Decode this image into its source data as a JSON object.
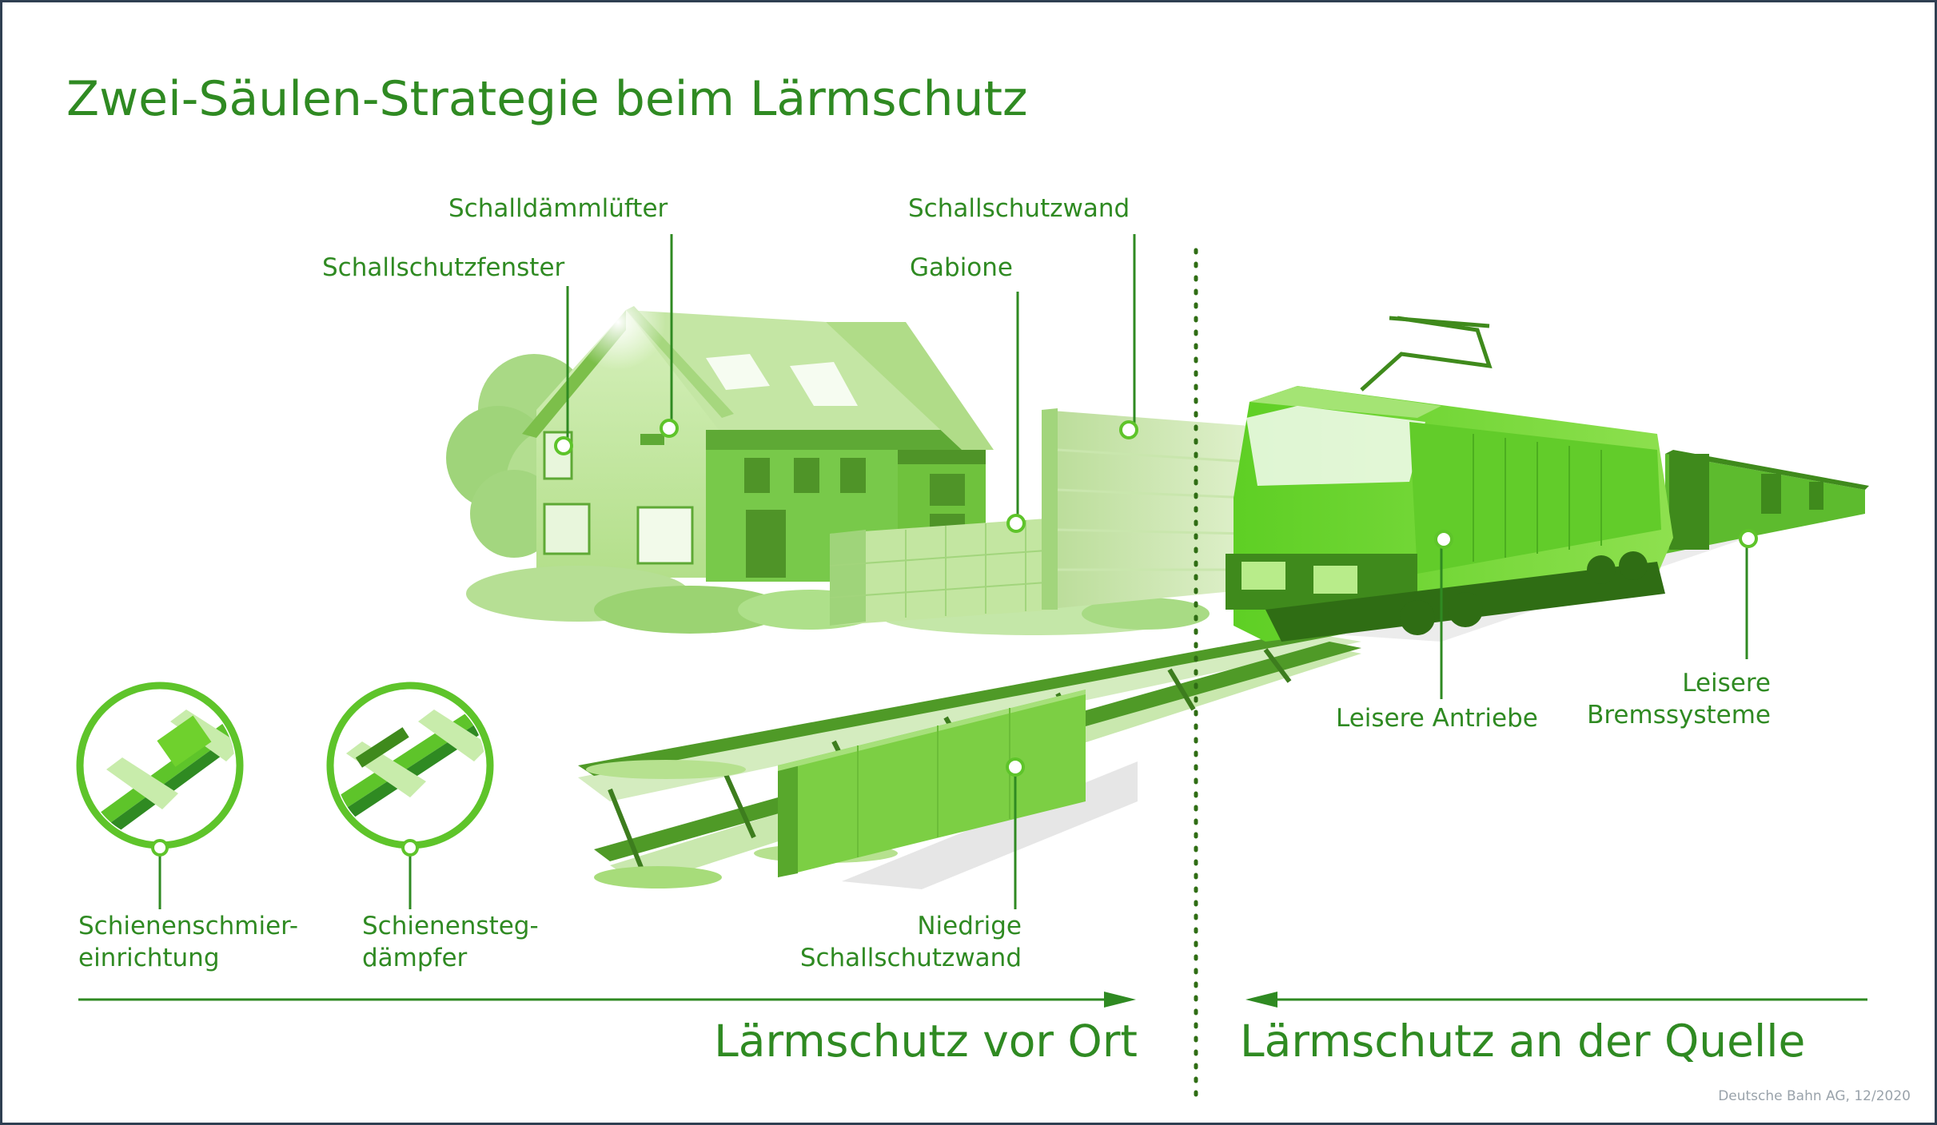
{
  "title": "Zwei-Säulen-Strategie beim Lärmschutz",
  "labels": {
    "schallschutzfenster": "Schallschutzfenster",
    "schalldaemmluefter": "Schalldämmlüfter",
    "gabione": "Gabione",
    "schallschutzwand": "Schallschutzwand",
    "leisere_antriebe": "Leisere Antriebe",
    "leisere_bremssysteme_1": "Leisere",
    "leisere_bremssysteme_2": "Bremssysteme",
    "niedrige_schallschutzwand_1": "Niedrige",
    "niedrige_schallschutzwand_2": "Schallschutzwand",
    "schienenschmier_1": "Schienenschmier-",
    "schienenschmier_2": "einrichtung",
    "schienensteg_1": "Schienensteg-",
    "schienensteg_2": "dämpfer"
  },
  "sections": {
    "left": "Lärmschutz vor Ort",
    "right": "Lärmschutz an der Quelle"
  },
  "credit": "Deutsche Bahn AG, 12/2020",
  "colors": {
    "text_green": "#2f8a22",
    "bright_green": "#6fd12d",
    "dark_green": "#3f7f22",
    "light_green": "#cfe9b0",
    "frame": "#2f3f52"
  }
}
